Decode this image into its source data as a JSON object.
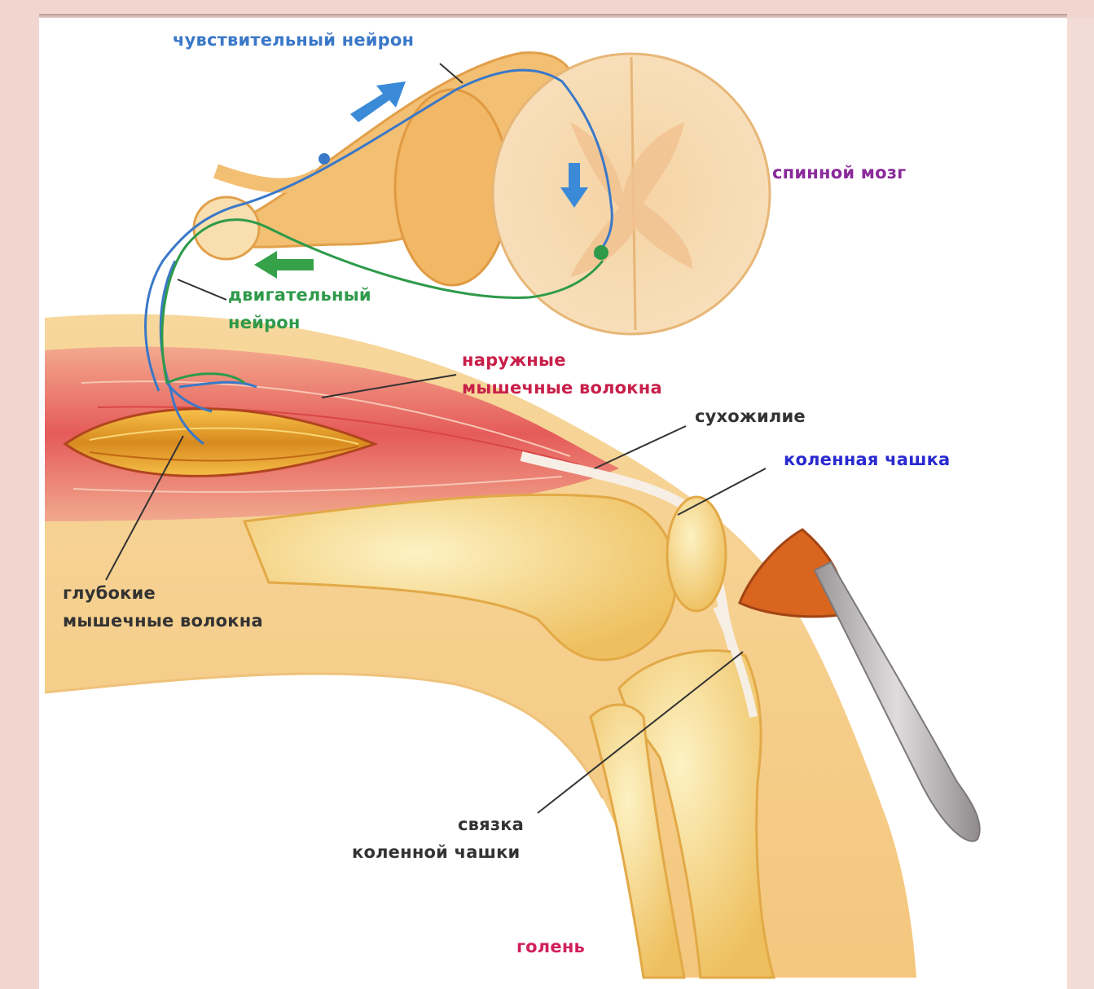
{
  "labels": {
    "sensory_neuron": "чувствительный нейрон",
    "spinal_cord": "спинной мозг",
    "motor_neuron_line1": "двигательный",
    "motor_neuron_line2": "нейрон",
    "outer_fibers_line1": "наружные",
    "outer_fibers_line2": "мышечные волокна",
    "tendon": "сухожилие",
    "kneecap": "коленная чашка",
    "deep_fibers_line1": "глубокие",
    "deep_fibers_line2": "мышечные волокна",
    "ligament_line1": "связка",
    "ligament_line2": "коленной чашки",
    "shin": "голень"
  },
  "colors": {
    "sensory_neuron": "#3a78c8",
    "motor_neuron": "#2e9a4a",
    "spinal_cord_label": "#8a2a9a",
    "muscle_label": "#c8204a",
    "kneecap_label": "#2a2ad0",
    "shin_label": "#d0205a",
    "dark_label": "#333333"
  }
}
